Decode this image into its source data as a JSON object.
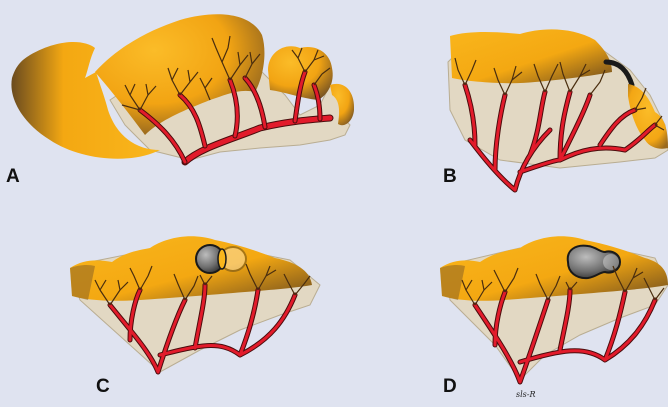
{
  "colors": {
    "background": "#dfe3f0",
    "tissue": "#e2d8c3",
    "tissue_edge": "#b9ad92",
    "cortex_light": "#fbb81f",
    "cortex_mid": "#f3a614",
    "cortex_dark": "#5a3c1c",
    "vessel": "#e21b2b",
    "vessel_outline": "#4a0d0d",
    "capillary": "#4a2e0f",
    "cyst": "#555555"
  },
  "panels": [
    {
      "label": "A",
      "content": "branching-vessels-with-fused-lobes"
    },
    {
      "label": "B",
      "content": "branching-vessels-with-attached-dark-band"
    },
    {
      "label": "C",
      "content": "branching-vessels-with-figure-eight-cyst"
    },
    {
      "label": "D",
      "content": "branching-vessels-with-peanut-cyst"
    }
  ],
  "signature": "sls-R"
}
